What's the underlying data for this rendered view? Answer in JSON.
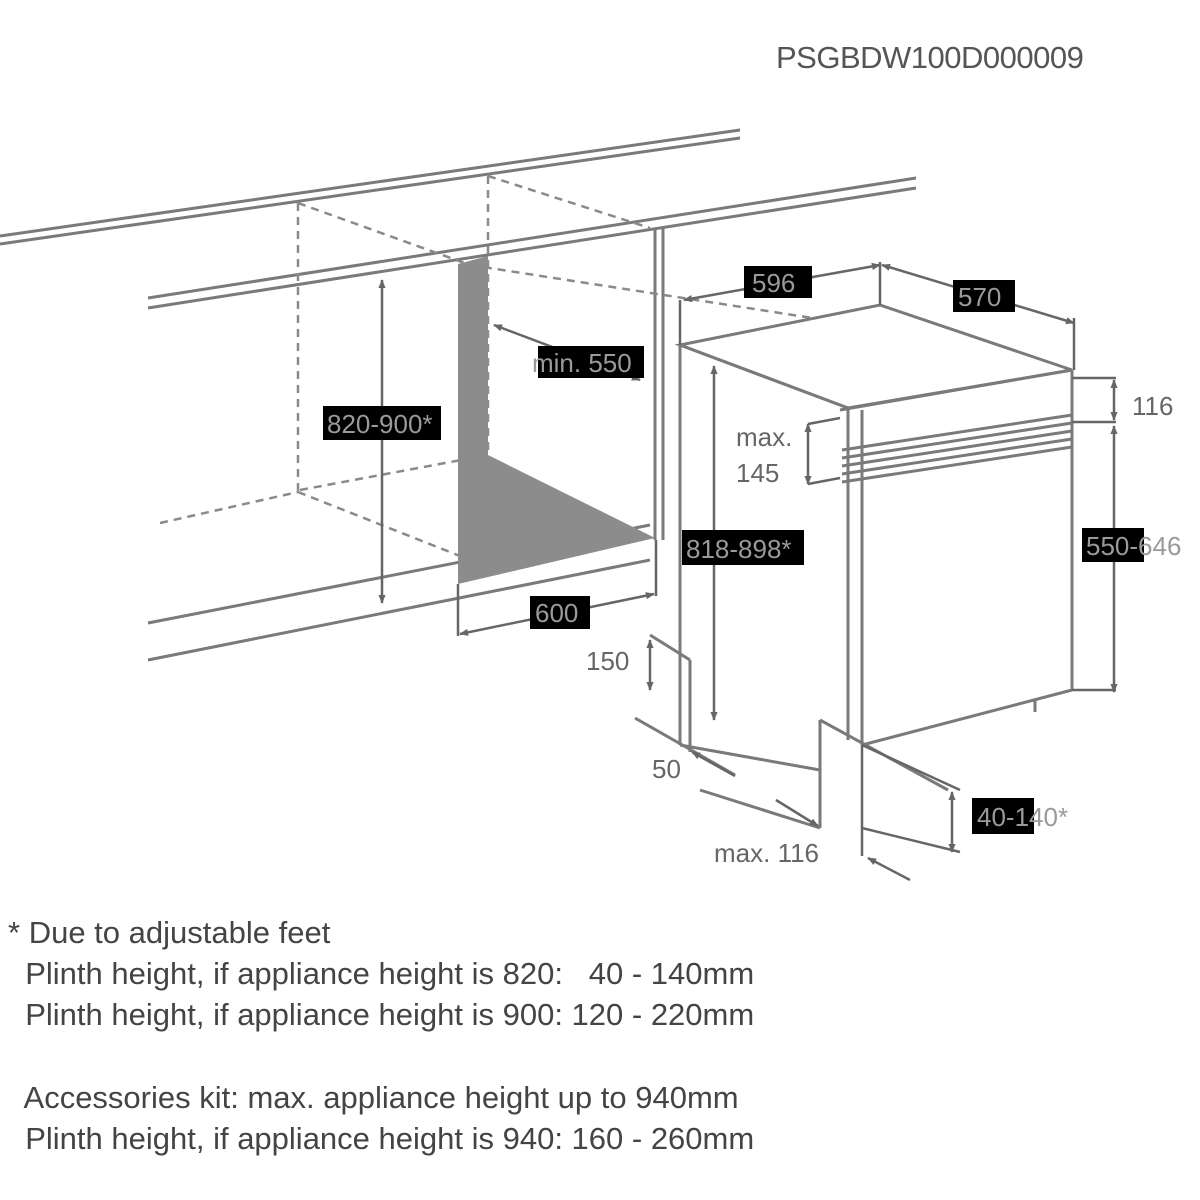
{
  "doc_code": "PSGBDW100D000009",
  "dimensions": {
    "niche_height": "820-900*",
    "niche_depth": "min. 550",
    "niche_width": "600",
    "appliance_width": "596",
    "appliance_depth": "570",
    "worktop_gap": "116",
    "panel_max_label": "max.",
    "panel_max_value": "145",
    "appliance_height": "818-898*",
    "door_height": "550-646",
    "plinth_150": "150",
    "plinth_50": "50",
    "plinth_height": "40-140*",
    "plinth_max": "max. 116"
  },
  "footnotes": {
    "star": "*",
    "line1": "Due to adjustable feet",
    "line2": "Plinth height, if appliance height is 820:   40 - 140mm",
    "line3": "Plinth height, if appliance height is 900: 120 - 220mm",
    "line4": "Accessories kit: max. appliance height up to 940mm",
    "line5": "Plinth height, if appliance height is 940: 160 - 260mm"
  }
}
